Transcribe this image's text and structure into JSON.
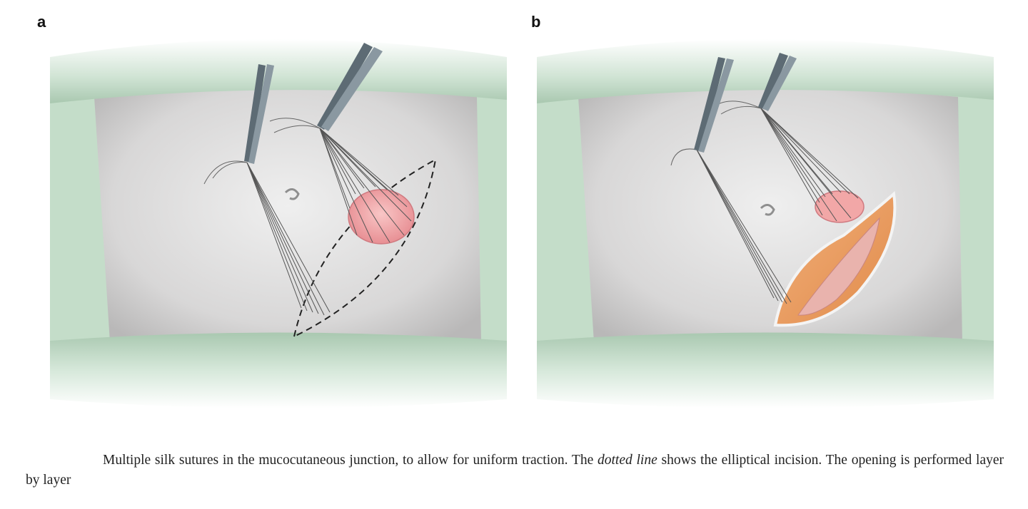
{
  "panels": [
    {
      "label": "a"
    },
    {
      "label": "b"
    }
  ],
  "caption": {
    "part1": "Multiple silk sutures in the mucocutaneous junction, to allow for uniform traction. The ",
    "emphasis": "dotted line",
    "part2": " shows the elliptical incision. The opening is performed layer by layer"
  },
  "colors": {
    "drape": "#cfe3d3",
    "skin": "#d7d6d6",
    "stoma": "#f2a7a7",
    "fat": "#eb9a60",
    "dashed_line": "#222222"
  }
}
